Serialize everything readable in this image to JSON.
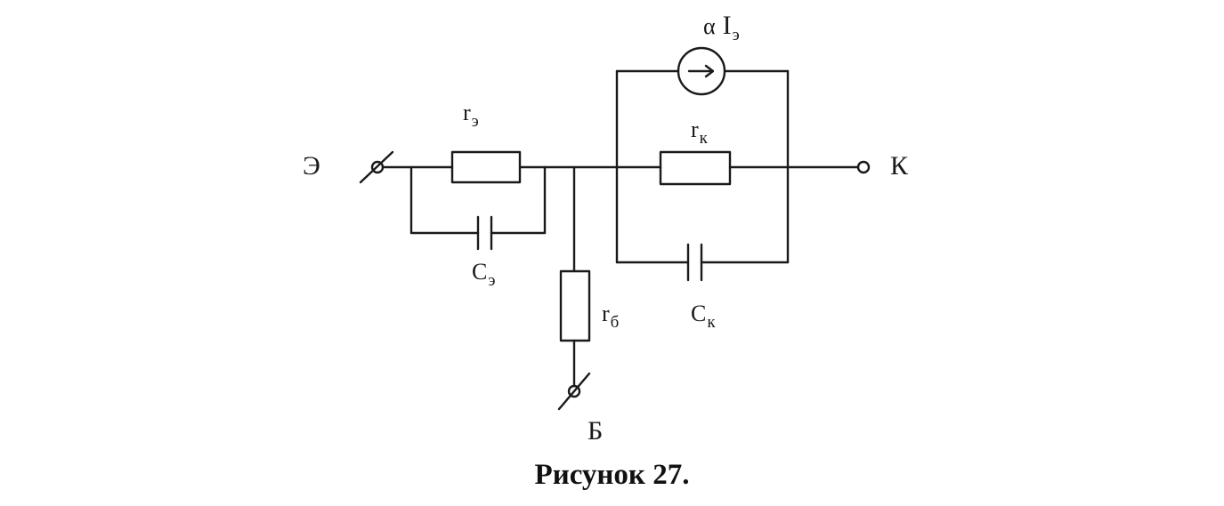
{
  "figure": {
    "caption": "Рисунок 27."
  },
  "terminals": {
    "emitter": "Э",
    "collector": "К",
    "base": "Б"
  },
  "components": {
    "current_source": {
      "coef": "α",
      "symbol": "I",
      "sub": "э"
    },
    "emitter_resistor": {
      "symbol": "r",
      "sub": "э"
    },
    "emitter_capacitor": {
      "symbol": "C",
      "sub": "э"
    },
    "collector_resistor": {
      "symbol": "r",
      "sub": "к"
    },
    "collector_capacitor": {
      "symbol": "C",
      "sub": "к"
    },
    "base_resistor": {
      "symbol": "r",
      "sub": "б"
    }
  }
}
